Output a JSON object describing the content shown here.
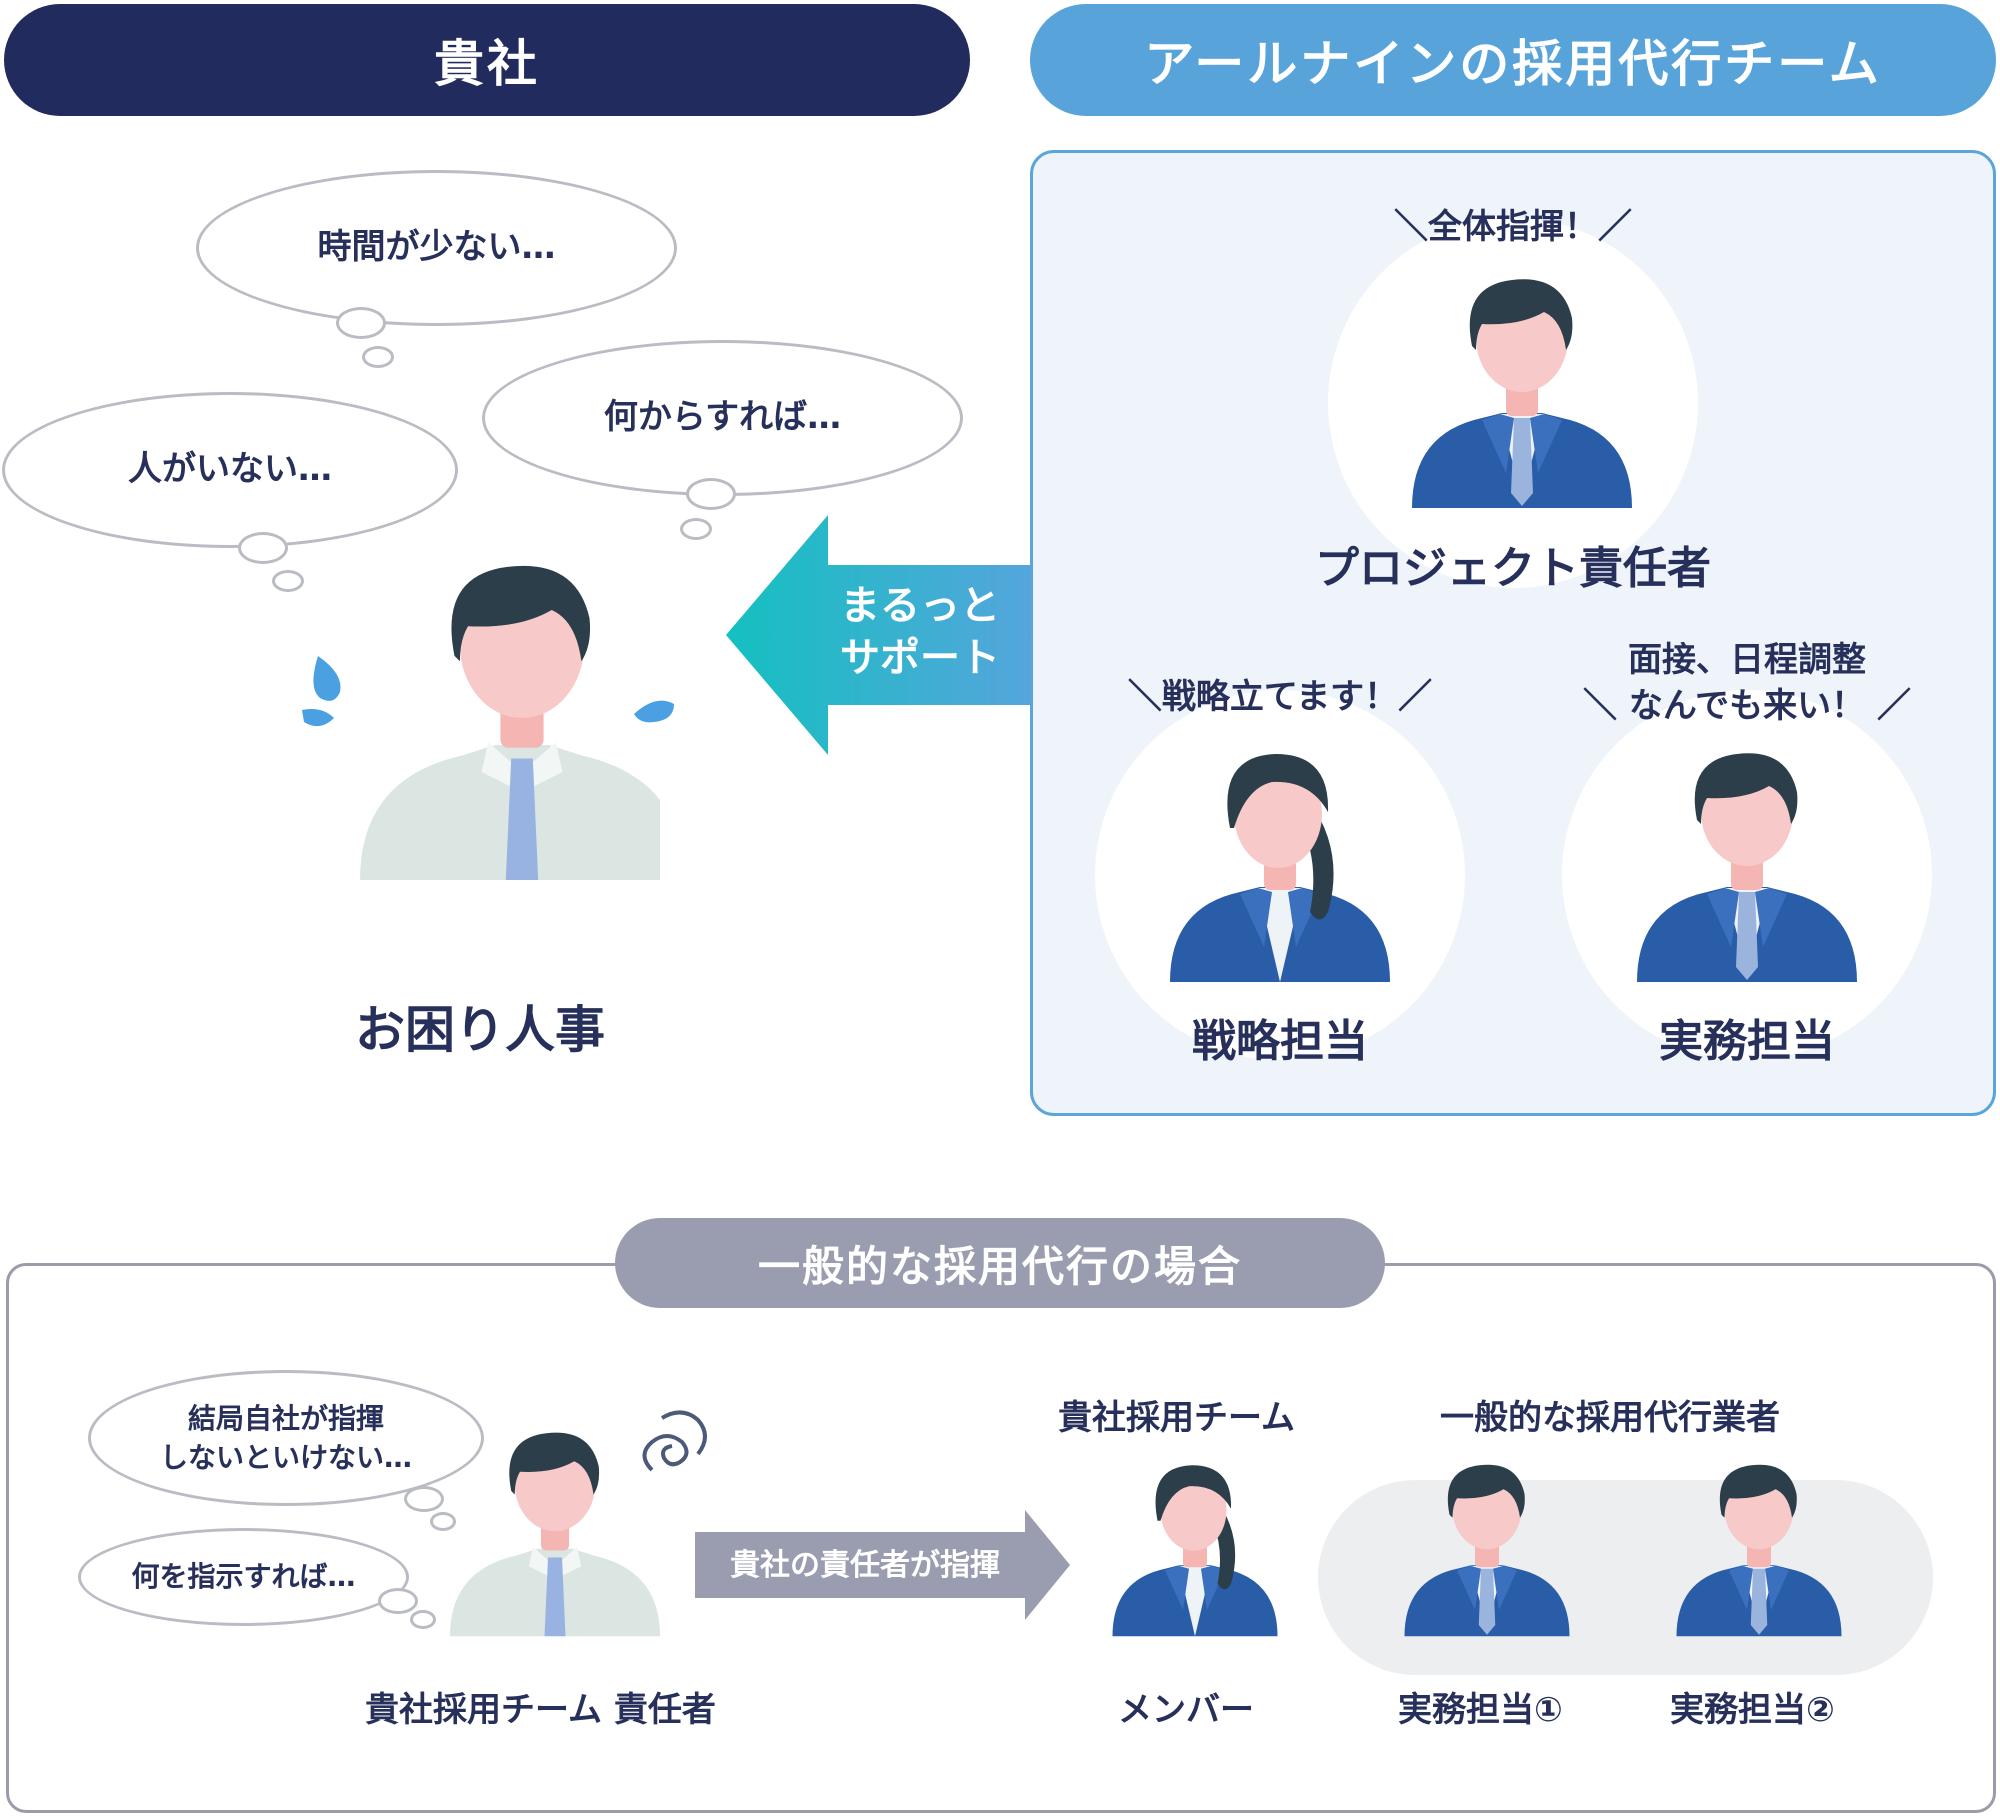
{
  "header": {
    "left_title": "貴社",
    "right_title": "アールナインの採用代行チーム"
  },
  "client_side": {
    "thoughts": [
      "時間が少ない…",
      "何からすれば…",
      "人がいない…"
    ],
    "person_label": "お困り人事"
  },
  "arrow": {
    "line1": "まるっと",
    "line2": "サポート"
  },
  "team": {
    "leader": {
      "callout": "＼全体指揮！／",
      "label": "プロジェクト責任者"
    },
    "strategy": {
      "callout": "＼戦略立てます！／",
      "label": "戦略担当"
    },
    "ops": {
      "callout_line1": "面接、日程調整",
      "callout_line2": "＼ なんでも来い！ ／",
      "label": "実務担当"
    }
  },
  "general": {
    "title": "一般的な採用代行の場合",
    "thoughts": [
      "結局自社が指揮",
      "しないといけない…",
      "何を指示すれば…"
    ],
    "client_leader_label": "貴社採用チーム 責任者",
    "arrow_text": "貴社の責任者が指揮",
    "client_team_header": "貴社採用チーム",
    "vendor_header": "一般的な採用代行業者",
    "member_label": "メンバー",
    "ops1_label": "実務担当①",
    "ops2_label": "実務担当②"
  },
  "colors": {
    "navy": "#222b5e",
    "sky": "#57a3da",
    "teal": "#1bbfc2",
    "suit": "#2a5da8",
    "gray_pill": "#9a9daf"
  }
}
